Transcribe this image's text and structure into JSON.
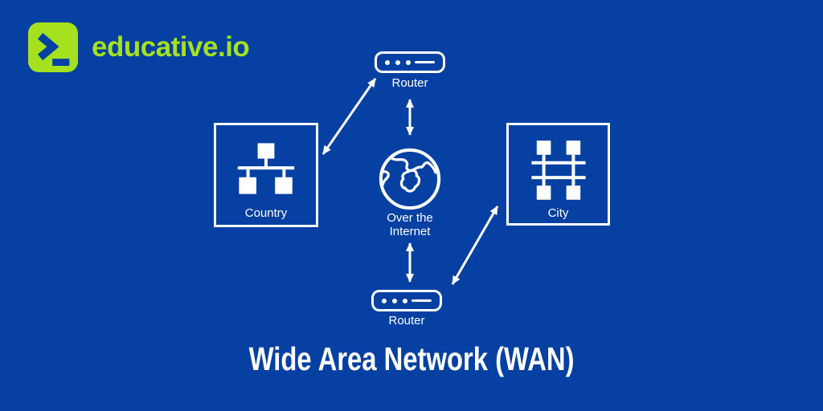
{
  "colors": {
    "background": "#0540A2",
    "brand_green": "#A5E11F",
    "diagram_white": "#FFFFFF"
  },
  "brand": {
    "logo_text": "educative.io",
    "logo_icon": "terminal-prompt-icon"
  },
  "diagram": {
    "title": "Wide Area Network (WAN)",
    "nodes": {
      "router_top": {
        "label": "Router",
        "icon": "router-icon"
      },
      "country": {
        "label": "Country",
        "icon": "lan-tree-icon"
      },
      "internet": {
        "label_line1": "Over the",
        "label_line2": "Internet",
        "icon": "globe-icon"
      },
      "city": {
        "label": "City",
        "icon": "lan-grid-icon"
      },
      "router_bottom": {
        "label": "Router",
        "icon": "router-icon"
      }
    }
  }
}
